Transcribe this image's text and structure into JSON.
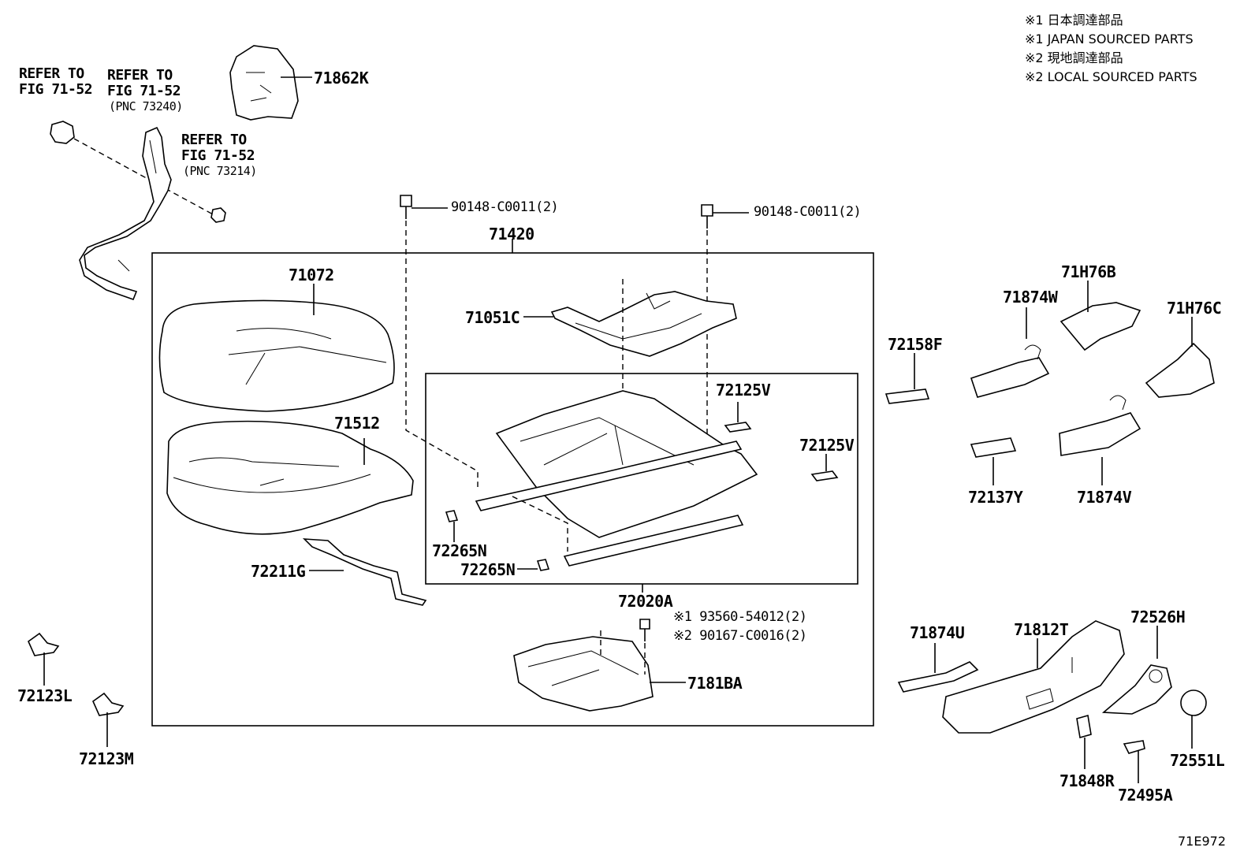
{
  "legend": [
    "※1 日本調達部品",
    "※1 JAPAN SOURCED PARTS",
    "※2 現地調達部品",
    "※2 LOCAL SOURCED PARTS"
  ],
  "refs": {
    "ref1": {
      "line1": "REFER TO",
      "line2": "FIG 71-52"
    },
    "ref2": {
      "line1": "REFER TO",
      "line2": "FIG 71-52",
      "pnc": "(PNC 73240)"
    },
    "ref3": {
      "line1": "REFER TO",
      "line2": "FIG 71-52",
      "pnc": "(PNC 73214)"
    }
  },
  "parts": {
    "p71862K": "71862K",
    "p90148a": "90148-C0011(2)",
    "p90148b": "90148-C0011(2)",
    "p71420": "71420",
    "p71072": "71072",
    "p71051C": "71051C",
    "p72125Va": "72125V",
    "p72125Vb": "72125V",
    "p71512": "71512",
    "p72265Na": "72265N",
    "p72265Nb": "72265N",
    "p72211G": "72211G",
    "p72020A": "72020A",
    "p93560": "※1 93560-54012(2)",
    "p90167": "※2 90167-C0016(2)",
    "p7181BA": "7181BA",
    "p72123L": "72123L",
    "p72123M": "72123M",
    "p72158F": "72158F",
    "p71874W": "71874W",
    "p71H76B": "71H76B",
    "p71H76C": "71H76C",
    "p72137Y": "72137Y",
    "p71874V": "71874V",
    "p71874U": "71874U",
    "p71812T": "71812T",
    "p72526H": "72526H",
    "p71848R": "71848R",
    "p72495A": "72495A",
    "p72551L": "72551L"
  },
  "figure_code": "71E972"
}
